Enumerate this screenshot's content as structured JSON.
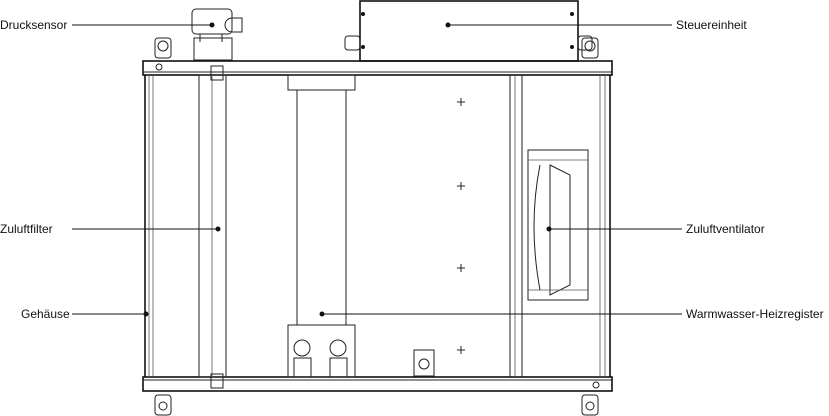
{
  "title": "Zuluft-Gerät Komponentenübersicht",
  "labels": {
    "pressure_sensor": "Drucksensor",
    "control_unit": "Steuereinheit",
    "supply_filter": "Zuluftfilter",
    "supply_fan": "Zuluftventilator",
    "housing": "Gehäuse",
    "hot_water_heater": "Warmwasser-Heizregister"
  }
}
